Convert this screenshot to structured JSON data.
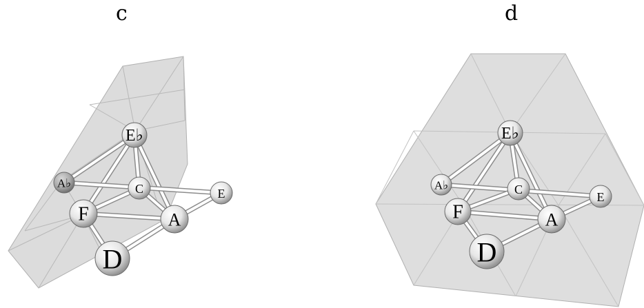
{
  "panels": [
    {
      "id": "c",
      "label": "c",
      "nodes": {
        "Eb": "E♭",
        "Ab": "A♭",
        "C": "C",
        "E": "E",
        "F": "F",
        "A": "A",
        "D": "D"
      }
    },
    {
      "id": "d",
      "label": "d",
      "nodes": {
        "Eb": "E♭",
        "Ab": "A♭",
        "C": "C",
        "E": "E",
        "F": "F",
        "A": "A",
        "D": "D"
      }
    }
  ],
  "edges": [
    [
      "Eb",
      "Ab"
    ],
    [
      "Eb",
      "F"
    ],
    [
      "Eb",
      "C"
    ],
    [
      "Eb",
      "A"
    ],
    [
      "Ab",
      "E"
    ],
    [
      "F",
      "C"
    ],
    [
      "F",
      "A"
    ],
    [
      "C",
      "A"
    ],
    [
      "F",
      "D"
    ],
    [
      "D",
      "A"
    ],
    [
      "A",
      "E"
    ]
  ],
  "colors": {
    "surface": "#dcdcdc",
    "surface_edge": "#a8a8a8",
    "node_fill_light": "#ffffff",
    "node_fill_dark": "#9a9a9a",
    "edge_stroke": "#8c8c8c"
  }
}
